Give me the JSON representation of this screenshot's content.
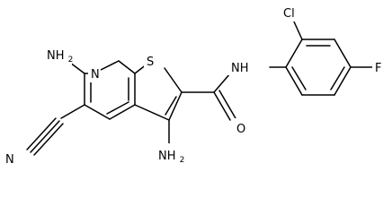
{
  "molecule": {
    "atoms": {
      "S": "S",
      "N_ring": "N",
      "NH2_left": "NH",
      "NH2_left_sub": "2",
      "NH2_bottom": "NH",
      "NH2_bottom_sub": "2",
      "N_nitrile": "N",
      "NH_amide": "NH",
      "O": "O",
      "Cl": "Cl",
      "F": "F"
    }
  }
}
